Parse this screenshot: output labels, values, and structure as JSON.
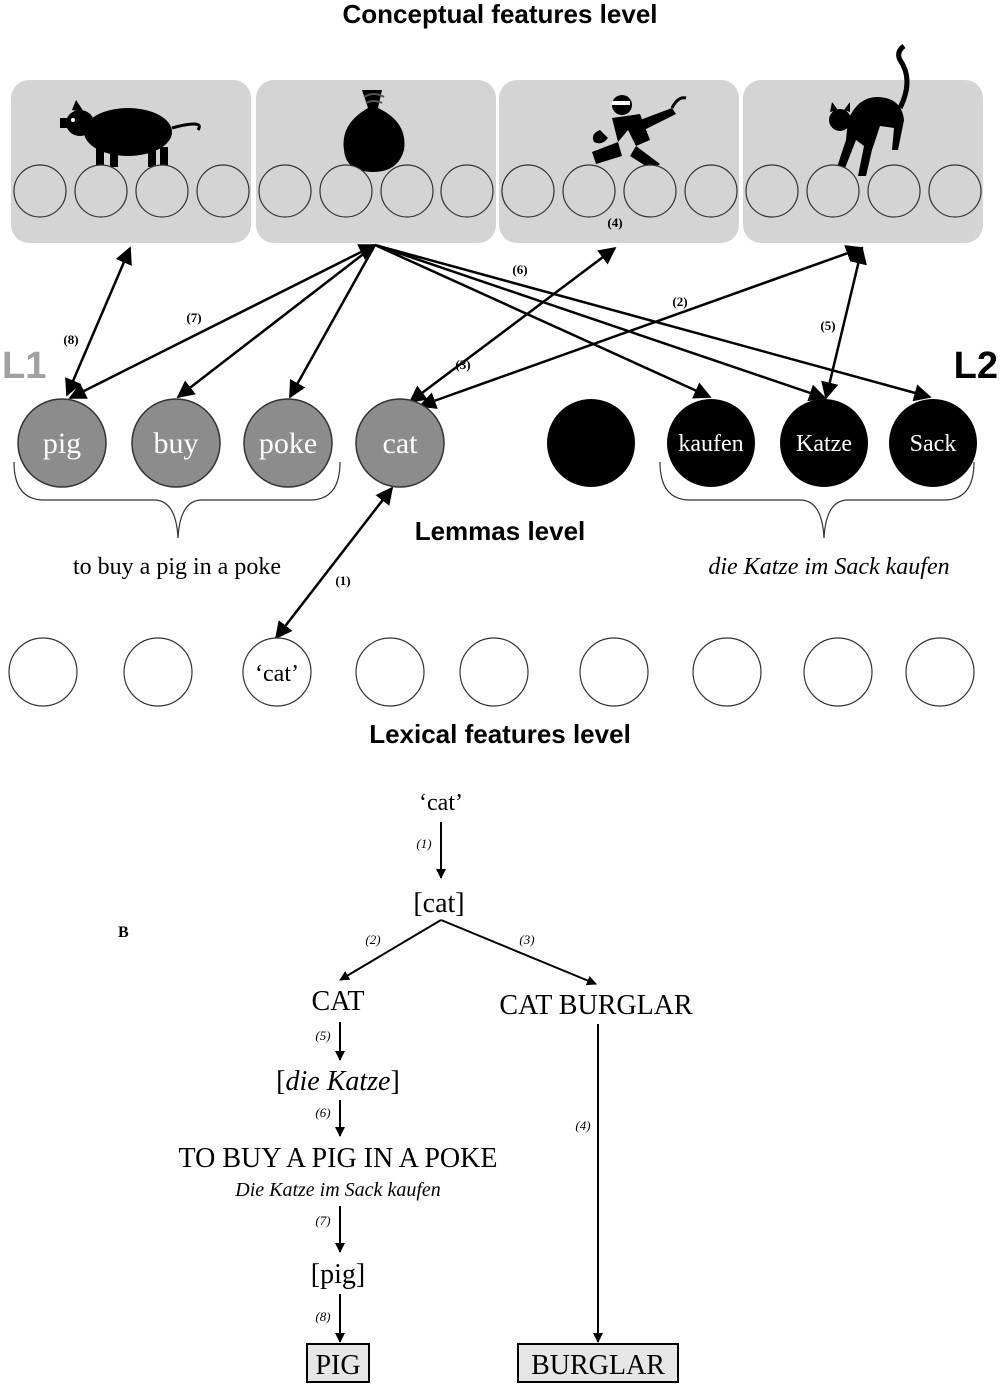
{
  "top_diagram": {
    "conceptual_heading": "Conceptual features level",
    "lemmas_heading": "Lemmas level",
    "lexical_heading": "Lexical features level",
    "l1_label": "L1",
    "l2_label": "L2",
    "concept_boxes": [
      {
        "icon": "pig-icon"
      },
      {
        "icon": "sack-icon"
      },
      {
        "icon": "burglar-icon"
      },
      {
        "icon": "cat-icon"
      }
    ],
    "l1_lemmas": [
      "pig",
      "buy",
      "poke",
      "cat"
    ],
    "l2_lemmas": [
      "",
      "kaufen",
      "Katze",
      "Sack"
    ],
    "l1_idiom": "to buy a pig in a poke",
    "l2_idiom": "die Katze im Sack kaufen",
    "lexical_node": "‘cat’",
    "link_labels": [
      "(1)",
      "(2)",
      "(3)",
      "(4)",
      "(5)",
      "(6)",
      "(7)",
      "(8)"
    ],
    "colors": {
      "concept_box": "#d4d4d4",
      "l1_node": "#8c8c8c",
      "l2_node": "#000000",
      "l1_label": "#a0a0a0",
      "result_box": "#e6e6e6"
    }
  },
  "bottom_diagram": {
    "panel_label": "B",
    "nodes": {
      "lexical": "‘cat’",
      "lemma_cat": "[cat]",
      "concept_cat": "CAT",
      "concept_burglar": "CAT BURGLAR",
      "die_katze": "[die Katze]",
      "idiom_upper": "TO BUY A PIG IN A POKE",
      "idiom_german": "Die Katze im Sack kaufen",
      "lemma_pig": "[pig]",
      "result_pig": "PIG",
      "result_burglar": "BURGLAR"
    },
    "step_labels": [
      "(1)",
      "(2)",
      "(3)",
      "(4)",
      "(5)",
      "(6)",
      "(7)",
      "(8)"
    ]
  }
}
